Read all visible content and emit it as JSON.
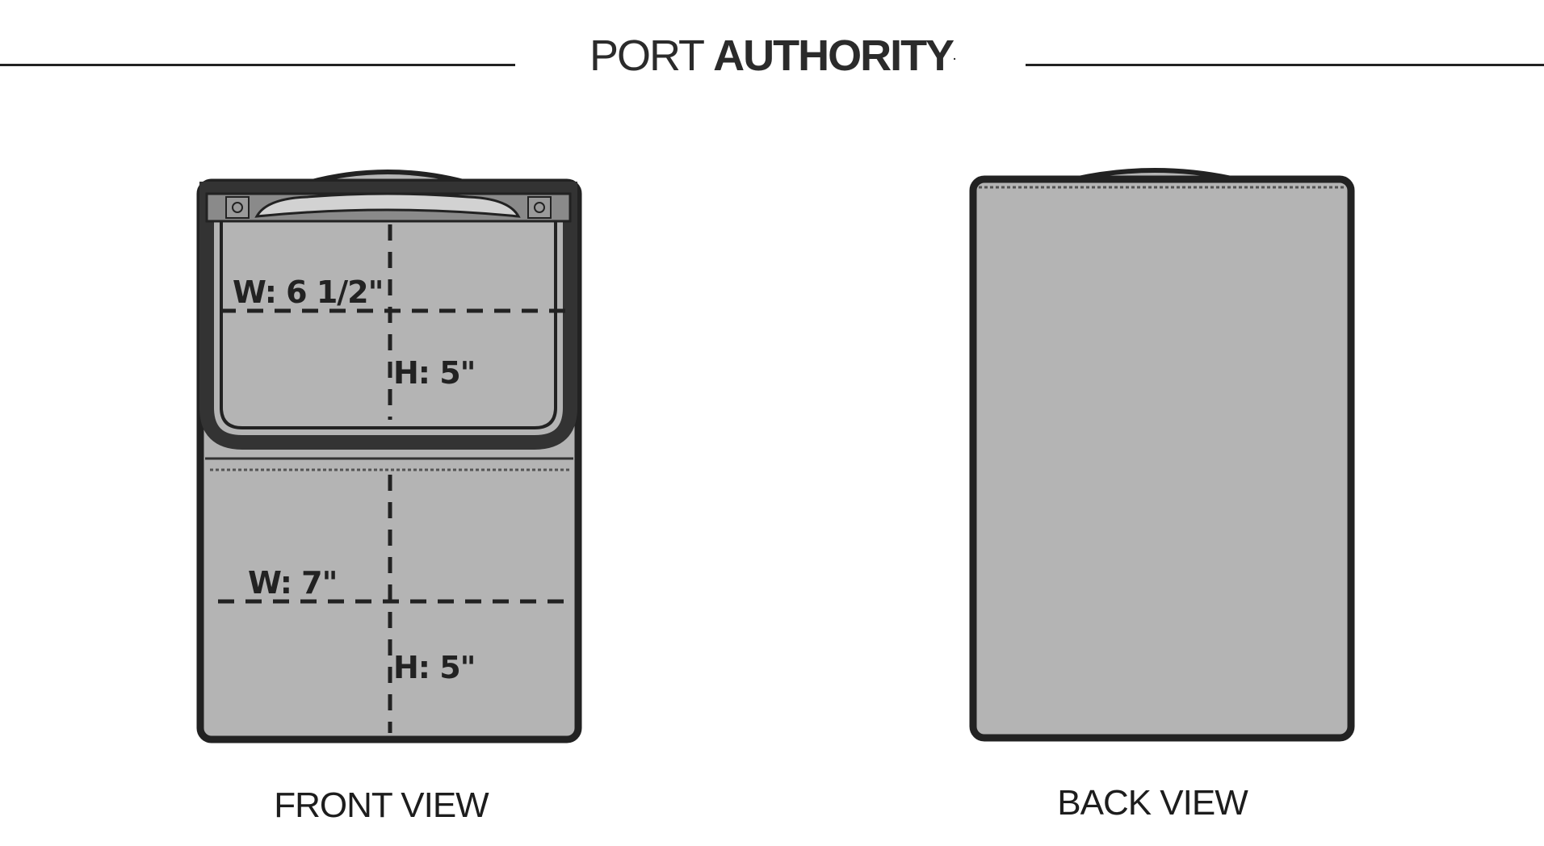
{
  "brand": {
    "name_light": "PORT",
    "name_bold": "AUTHORITY",
    "mark": "."
  },
  "front_view": {
    "label": "FRONT VIEW",
    "top_pocket": {
      "width": "W: 6 1/2\"",
      "height": "H: 5\""
    },
    "bottom_pocket": {
      "width": "W: 7\"",
      "height": "H: 5\""
    }
  },
  "back_view": {
    "label": "BACK VIEW"
  },
  "colors": {
    "fabric": "#b4b4b4",
    "outline": "#222222",
    "trim": "#7a7a7a"
  }
}
